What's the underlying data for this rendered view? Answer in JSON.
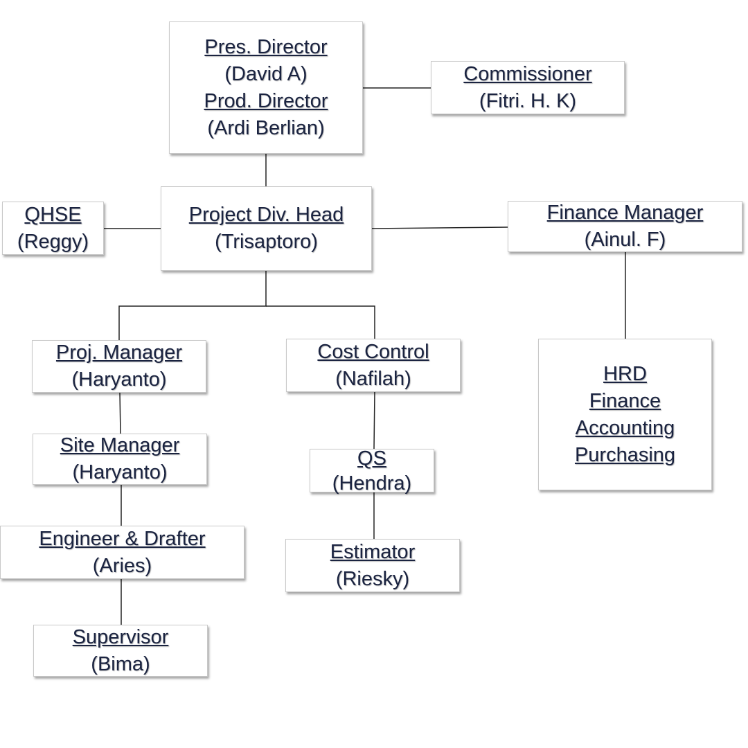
{
  "colors": {
    "text": "#1a2340",
    "line": "#222222",
    "box_border": "#c8c8c8"
  },
  "nodes": {
    "directors": {
      "lines": [
        "Pres. Director",
        "(David A)",
        "Prod. Director",
        "(Ardi Berlian)"
      ]
    },
    "commissioner": {
      "role": "Commissioner",
      "person": "(Fitri. H. K)"
    },
    "qhse": {
      "role": "QHSE",
      "person": "(Reggy)"
    },
    "project_div_head": {
      "role": "Project Div. Head",
      "person": "(Trisaptoro)"
    },
    "finance_manager": {
      "role": "Finance Manager",
      "person": "(Ainul. F)"
    },
    "proj_manager": {
      "role": "Proj. Manager",
      "person": "(Haryanto)"
    },
    "cost_control": {
      "role": "Cost Control",
      "person": "(Nafilah)"
    },
    "hrd_group": {
      "lines": [
        "HRD",
        "Finance",
        "Accounting",
        "Purchasing"
      ]
    },
    "site_manager": {
      "role": "Site Manager",
      "person": "(Haryanto)"
    },
    "qs": {
      "role": "QS",
      "person": "(Hendra)"
    },
    "engineer_drafter": {
      "role": "Engineer & Drafter",
      "person": "(Aries)"
    },
    "estimator": {
      "role": "Estimator",
      "person": "(Riesky)"
    },
    "supervisor": {
      "role": "Supervisor",
      "person": "(Bima)"
    }
  }
}
